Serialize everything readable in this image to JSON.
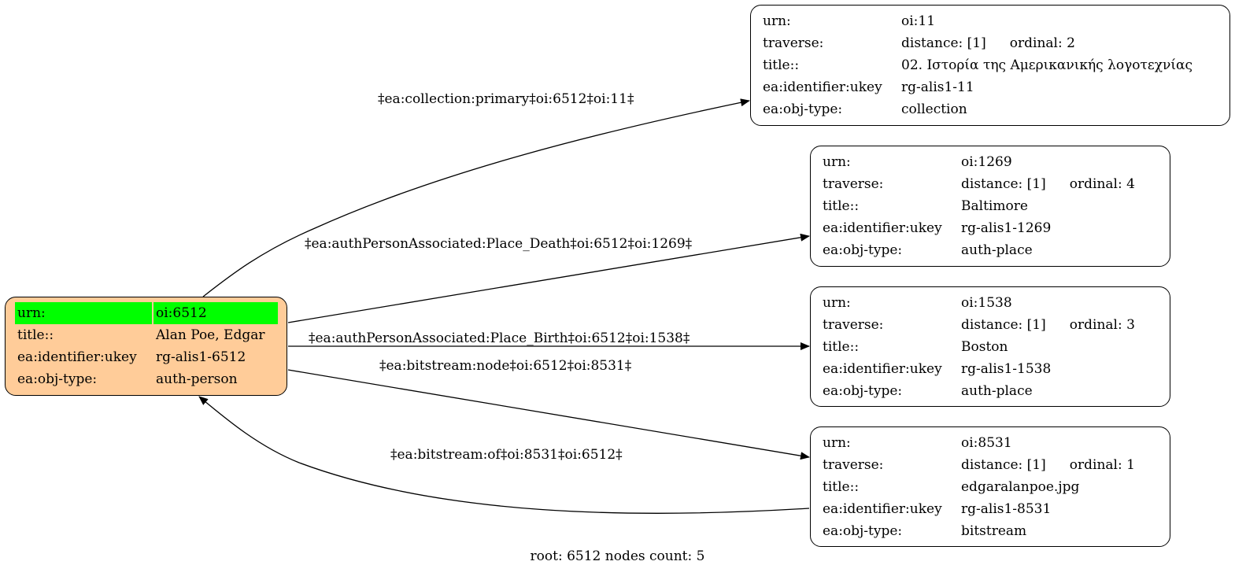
{
  "nodes": {
    "root": {
      "rows": [
        {
          "key": "urn:",
          "value": "oi:6512"
        },
        {
          "key": "title::",
          "value": "Alan Poe, Edgar"
        },
        {
          "key": "ea:identifier:ukey",
          "value": "rg-alis1-6512"
        },
        {
          "key": "ea:obj-type:",
          "value": "auth-person"
        }
      ],
      "fill_color": "#ffcc99",
      "highlight_color": "#00ff00"
    },
    "oi11": {
      "urn_key": "urn:",
      "urn": "oi:11",
      "traverse_key": "traverse:",
      "distance": "distance: [1]",
      "ordinal": "ordinal: 2",
      "title_key": "title::",
      "title": "02. Ιστορία της Αμερικανικής λογοτεχνίας",
      "ukey_key": "ea:identifier:ukey",
      "ukey": "rg-alis1-11",
      "type_key": "ea:obj-type:",
      "type": "collection"
    },
    "oi1269": {
      "urn_key": "urn:",
      "urn": "oi:1269",
      "traverse_key": "traverse:",
      "distance": "distance: [1]",
      "ordinal": "ordinal: 4",
      "title_key": "title::",
      "title": "Baltimore",
      "ukey_key": "ea:identifier:ukey",
      "ukey": "rg-alis1-1269",
      "type_key": "ea:obj-type:",
      "type": "auth-place"
    },
    "oi1538": {
      "urn_key": "urn:",
      "urn": "oi:1538",
      "traverse_key": "traverse:",
      "distance": "distance: [1]",
      "ordinal": "ordinal: 3",
      "title_key": "title::",
      "title": "Boston",
      "ukey_key": "ea:identifier:ukey",
      "ukey": "rg-alis1-1538",
      "type_key": "ea:obj-type:",
      "type": "auth-place"
    },
    "oi8531": {
      "urn_key": "urn:",
      "urn": "oi:8531",
      "traverse_key": "traverse:",
      "distance": "distance: [1]",
      "ordinal": "ordinal: 1",
      "title_key": "title::",
      "title": "edgaralanpoe.jpg",
      "ukey_key": "ea:identifier:ukey",
      "ukey": "rg-alis1-8531",
      "type_key": "ea:obj-type:",
      "type": "bitstream"
    }
  },
  "edges": [
    {
      "from": "oi:6512",
      "to": "oi:11",
      "label": "‡ea:collection:primary‡oi:6512‡oi:11‡"
    },
    {
      "from": "oi:6512",
      "to": "oi:1269",
      "label": "‡ea:authPersonAssociated:Place_Death‡oi:6512‡oi:1269‡"
    },
    {
      "from": "oi:6512",
      "to": "oi:1538",
      "label": "‡ea:authPersonAssociated:Place_Birth‡oi:6512‡oi:1538‡"
    },
    {
      "from": "oi:6512",
      "to": "oi:8531",
      "label": "‡ea:bitstream:node‡oi:6512‡oi:8531‡"
    },
    {
      "from": "oi:8531",
      "to": "oi:6512",
      "label": "‡ea:bitstream:of‡oi:8531‡oi:6512‡"
    }
  ],
  "caption": "root: 6512 nodes count: 5"
}
